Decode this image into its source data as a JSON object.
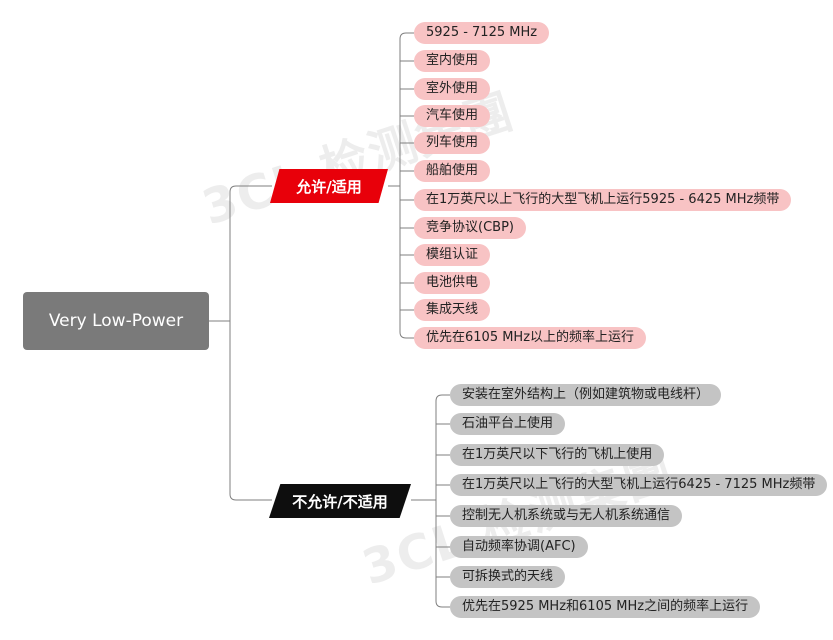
{
  "root": {
    "label": "Very Low-Power"
  },
  "allowed": {
    "label": "允许/适用",
    "items": [
      "5925 - 7125 MHz",
      "室内使用",
      "室外使用",
      "汽车使用",
      "列车使用",
      "船舶使用",
      "在1万英尺以上飞行的大型飞机上运行5925 - 6425 MHz频带",
      "竞争协议(CBP)",
      "模组认证",
      "电池供电",
      "集成天线",
      "优先在6105 MHz以上的频率上运行"
    ]
  },
  "not_allowed": {
    "label": "不允许/不适用",
    "items": [
      "安装在室外结构上（例如建筑物或电线杆）",
      "石油平台上使用",
      "在1万英尺以下飞行的飞机上使用",
      "在1万英尺以上飞行的大型飞机上运行6425 - 7125 MHz频带",
      "控制无人机系统或与无人机系统通信",
      "自动频率协调(AFC)",
      "可拆换式的天线",
      "优先在5925 MHz和6105 MHz之间的频率上运行"
    ]
  },
  "watermark": "3CL 检测集團",
  "colors": {
    "root": "#7a7a7a",
    "allowed": "#e8000a",
    "not_allowed": "#0e0e0e",
    "pink_pill": "#f8c3c4",
    "gray_pill": "#c4c4c4"
  }
}
